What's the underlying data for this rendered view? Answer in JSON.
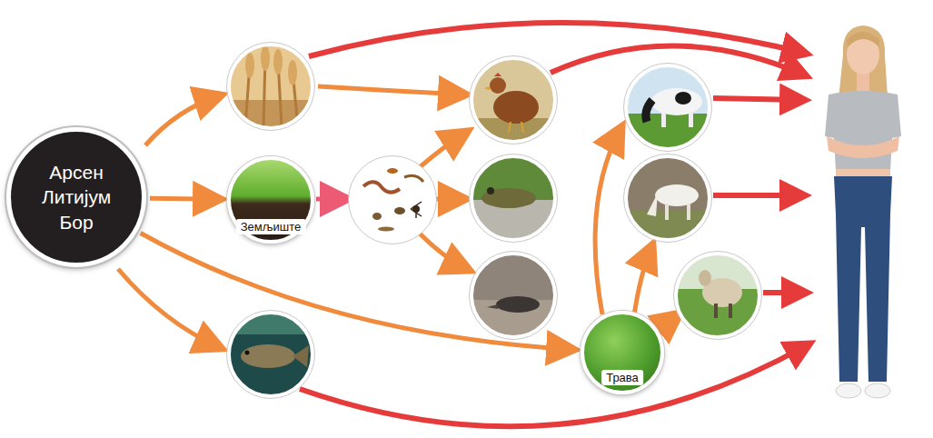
{
  "diagram": {
    "nodes": [
      {
        "text": [
          "Арсен Литијум Бор"
        ]
      },
      {
        "text": [
          "Земљиште"
        ]
      },
      {
        "text": [
          "Трава"
        ]
      }
    ],
    "edges": [
      {
        "from": 0,
        "to": 1,
        "arrow": "to"
      },
      {
        "from": 0,
        "to": 2,
        "arrow": "to"
      }
    ]
  }
}
